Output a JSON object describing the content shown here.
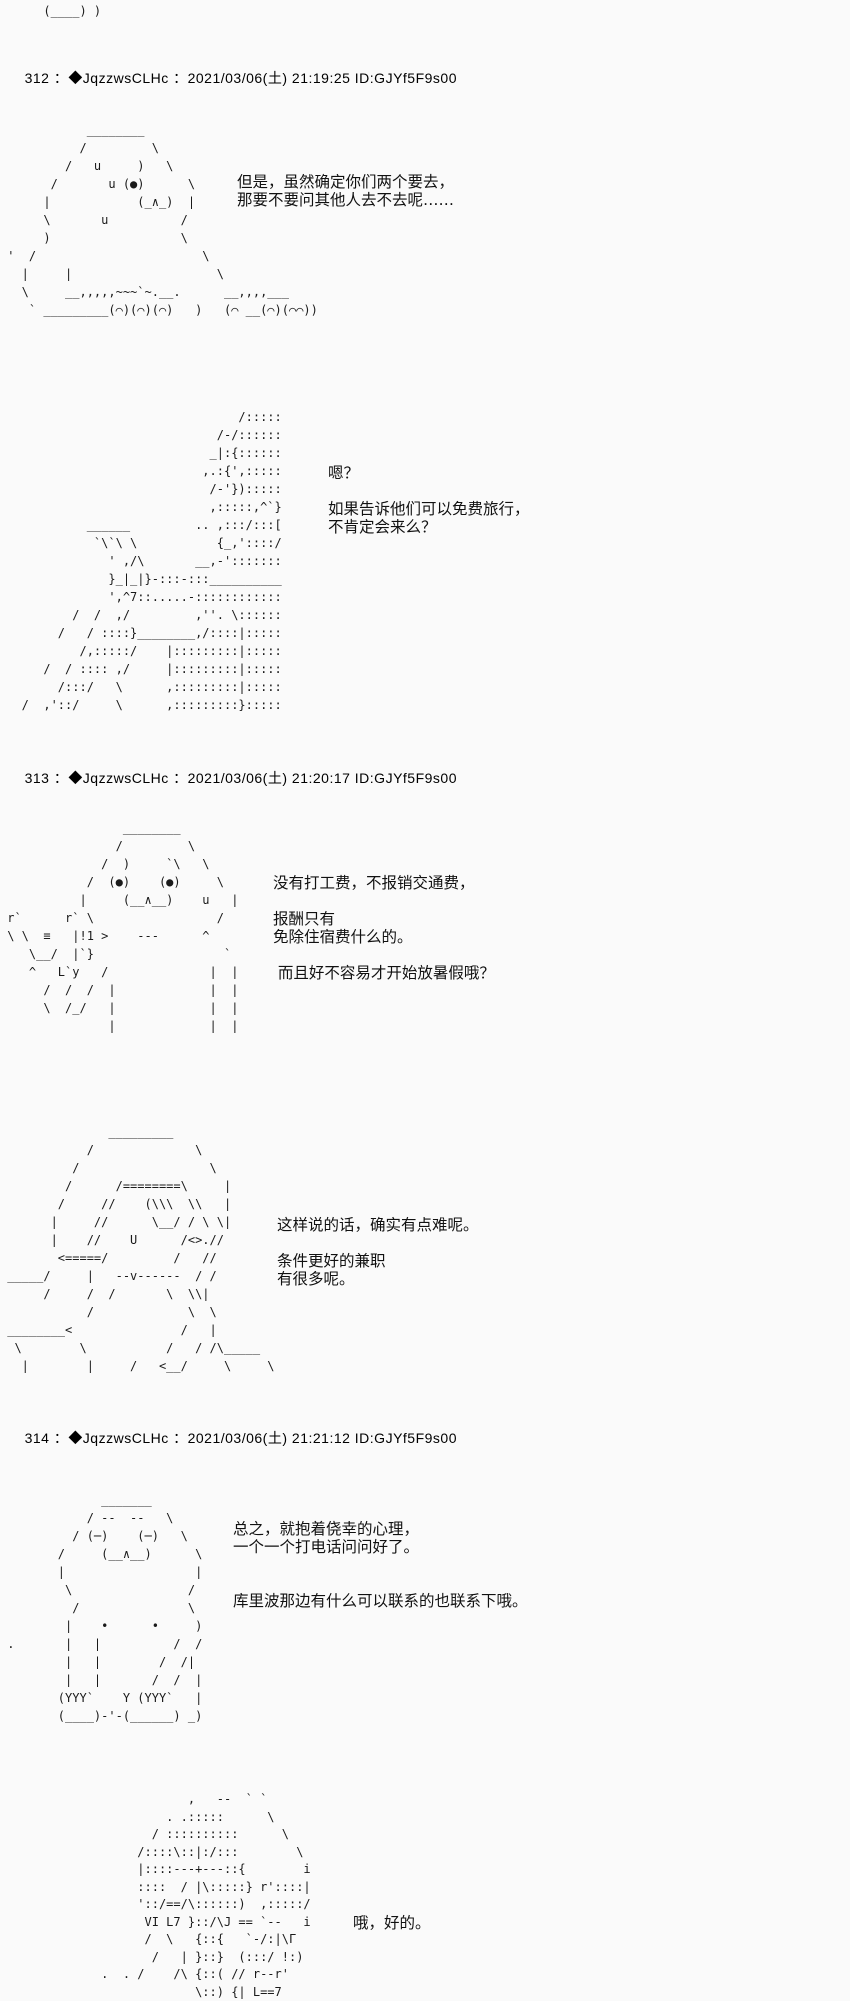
{
  "page": {
    "background": "#fafafa",
    "text_color": "#111111"
  },
  "top_fragment": {
    "art": [
      "      (____) )"
    ]
  },
  "posts": [
    {
      "header": {
        "number": "312",
        "colon": "：",
        "name": "◆JqzzwsCLHc",
        "date": "2021/03/06(土)",
        "time": "21:19:25",
        "id": "ID:GJYf5F9s00"
      },
      "panels": [
        {
          "art": [
            "            ________",
            "           /         \\",
            "         /   u     )   \\",
            "       /       u (●)      \\",
            "      |            (_∧_)  |",
            "      \\       u          /",
            "      )                  \\",
            " '  /                       \\",
            "   |     |                    \\",
            "   \\     __,,,,,~~~`~.__.      __,,,,___",
            "    ` _________(⌒)(⌒)(⌒)   )   (⌒ __(⌒)(⌒⌒))"
          ],
          "dialogue": [
            "但是，虽然确定你们两个要去，",
            "那要不要问其他人去不去呢……"
          ]
        },
        {
          "art": [
            "                                 /:::::",
            "                              /-/::::::",
            "                             _|:{::::::",
            "                            ,.:{',:::::",
            "                             /-'}):::::",
            "                             ,:::::,^`}",
            "            ______         .. ,:::/:::[",
            "             `\\`\\ \\           {_,'::::/",
            "               ' ,/\\       __,-':::::::",
            "               }_|_|}-:::-:::__________",
            "               ',^7::.....-::::::::::::",
            "          /  /  ,/         ,''. \\::::::",
            "        /   / ::::}________,/::::|:::::",
            "           /,:::::/    |:::::::::|:::::",
            "      /  / :::: ,/     |:::::::::|:::::",
            "        /:::/   \\      ,:::::::::|:::::",
            "   /  ,'::/     \\      ,:::::::::}:::::"
          ],
          "dialogue": [
            "嗯？",
            "",
            "如果告诉他们可以免费旅行，",
            "不肯定会来么？"
          ]
        }
      ]
    },
    {
      "header": {
        "number": "313",
        "colon": "：",
        "name": "◆JqzzwsCLHc",
        "date": "2021/03/06(土)",
        "time": "21:20:17",
        "id": "ID:GJYf5F9s00"
      },
      "panels": [
        {
          "art": [
            "                 ________",
            "                /         \\",
            "              /  )     `\\   \\",
            "            /  (●)    (●)     \\",
            "           |     (__∧__)    u   |",
            " r`      r` \\                 /",
            " \\ \\  ≡   |!1 >    ---      ^",
            "    \\__/  |`}                  `",
            "    ^   L`y   /              |  |",
            "      /  /  /  |             |  |",
            "      \\  /_/   |             |  |",
            "               |             |  |"
          ],
          "dialogue": [
            "没有打工费，不报销交通费，",
            "",
            "报酬只有",
            "免除住宿费什么的。",
            "",
            " 而且好不容易才开始放暑假哦？"
          ]
        },
        {
          "art": [
            "               _________",
            "            /              \\",
            "          /                  \\",
            "         /      /========\\     |",
            "        /     //    (\\\\\\  \\\\   |",
            "       |     //      \\__/ / \\ \\|",
            "       |    //    U      /<>.//",
            "        <=====/         /   //",
            " _____/     |   --v------  / /",
            "      /     /  /       \\  \\\\|",
            "            /             \\  \\",
            " ________<               /   |",
            "  \\        \\           /   / /\\_____",
            "   |        |     /   <__/     \\     \\"
          ],
          "dialogue": [
            "这样说的话，确实有点难呢。",
            "",
            "条件更好的兼职",
            "有很多呢。"
          ]
        }
      ]
    },
    {
      "header": {
        "number": "314",
        "colon": "：",
        "name": "◆JqzzwsCLHc",
        "date": "2021/03/06(土)",
        "time": "21:21:12",
        "id": "ID:GJYf5F9s00"
      },
      "panels": [
        {
          "art": [
            "              _______",
            "            / --  --   \\",
            "          / (─)    (─)   \\",
            "        /     (__∧__)      \\",
            "        |                  |",
            "         \\                /",
            "          /               \\",
            "         |    •      •     )",
            " .       |   |          /  /",
            "         |   |        /  /|",
            "         |   |       /  /  |",
            "        (YYY`    Y (YYY`   |",
            "        (____)-'-(______) _)"
          ],
          "dialogue": [
            "总之，就抱着侥幸的心理，",
            "一个一个打电话问问好了。",
            "",
            "",
            "库里波那边有什么可以联系的也联系下哦。"
          ]
        },
        {
          "art": [
            "                          ,   --  ` `",
            "                       . .:::::      \\",
            "                     / ::::::::::      \\",
            "                   /::::\\::|:/:::        \\",
            "                   |::::---+---::{        i",
            "                   ::::  / |\\:::::} r'::::|",
            "                   '::/==/\\::::::)  ,:::::/",
            "                    VI L7 }::/\\J == `--   i",
            "                    /  \\   {::{   `-/:|\\Γ",
            "                     /   | }::}  (:::/ !:)",
            "              .  . /    /\\ {::( // r--r'",
            "                           \\::) {| L==7"
          ],
          "dialogue": [
            "哦，好的。"
          ]
        }
      ]
    }
  ]
}
